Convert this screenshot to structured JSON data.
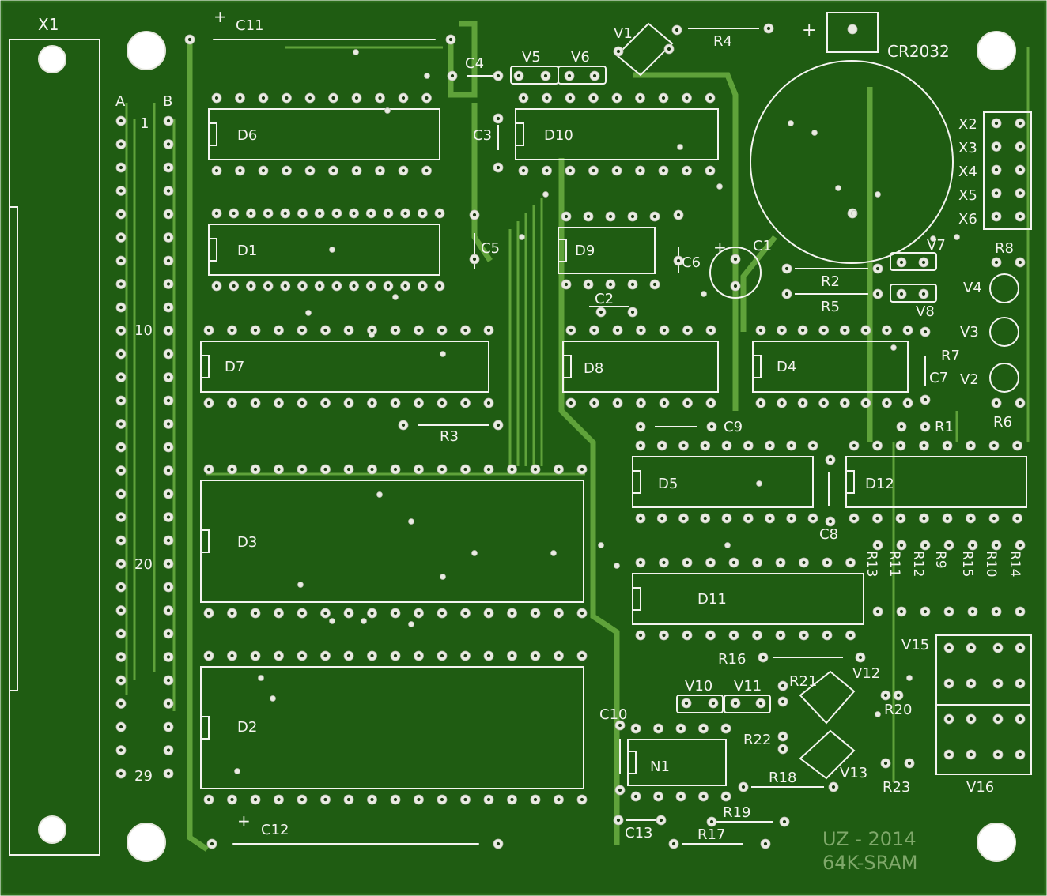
{
  "board": {
    "title_line1": "UZ - 2014",
    "title_line2": "64K-SRAM",
    "colors": {
      "solder_mask": "#1f5c12",
      "silkscreen": "#f4f4f0",
      "copper_trace": "#5fa23a",
      "pad": "#e9ebe2"
    }
  },
  "connector": {
    "name": "X1",
    "col_a": "A",
    "col_b": "B",
    "row_labels": [
      "1",
      "10",
      "20",
      "29"
    ]
  },
  "battery": {
    "name": "CR2032",
    "polarity": "+"
  },
  "headers": [
    "X2",
    "X3",
    "X4",
    "X5",
    "X6"
  ],
  "chips": [
    "D1",
    "D2",
    "D3",
    "D4",
    "D5",
    "D6",
    "D7",
    "D8",
    "D9",
    "D10",
    "D11",
    "D12",
    "N1"
  ],
  "capacitors": [
    "C1",
    "C2",
    "C3",
    "C4",
    "C5",
    "C6",
    "C7",
    "C8",
    "C9",
    "C10",
    "C11",
    "C12",
    "C13"
  ],
  "resistors": [
    "R1",
    "R2",
    "R3",
    "R4",
    "R5",
    "R6",
    "R7",
    "R8",
    "R9",
    "R10",
    "R11",
    "R12",
    "R13",
    "R14",
    "R15",
    "R16",
    "R17",
    "R18",
    "R19",
    "R20",
    "R21",
    "R22",
    "R23"
  ],
  "semis": [
    "V1",
    "V2",
    "V3",
    "V4",
    "V5",
    "V6",
    "V7",
    "V8",
    "V10",
    "V11",
    "V12",
    "V13",
    "V15",
    "V16"
  ],
  "polarity_mark": "+"
}
